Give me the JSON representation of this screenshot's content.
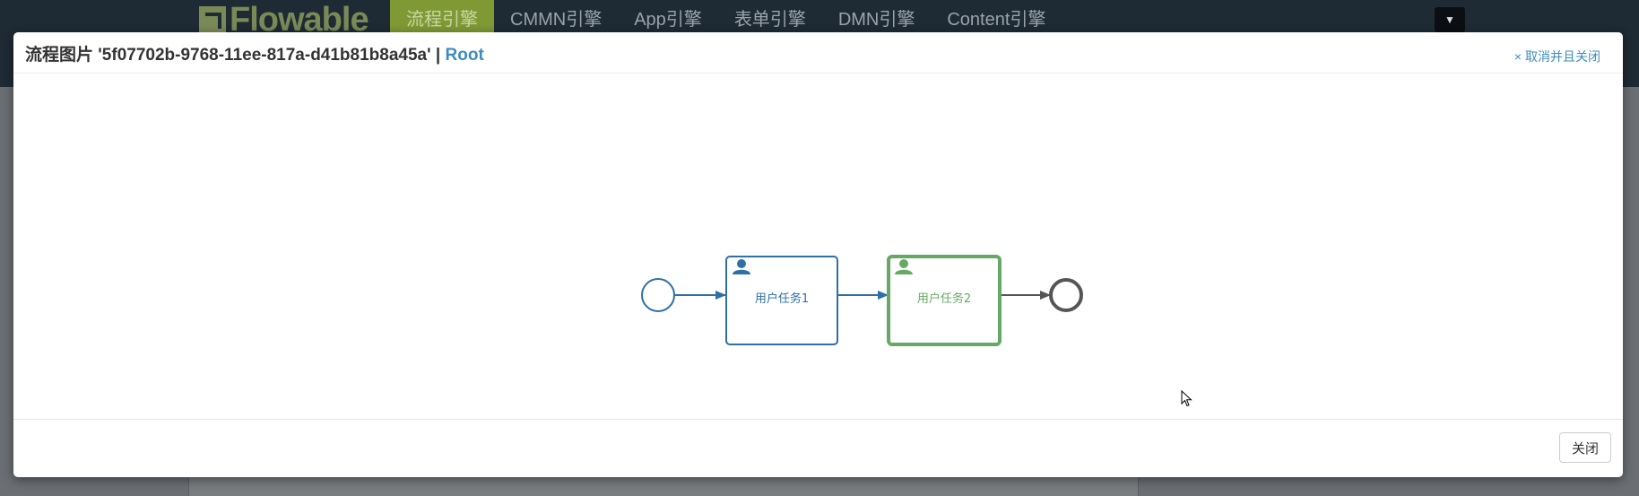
{
  "app": {
    "logo_text": "Flowable",
    "nav": [
      {
        "label": "流程引擎",
        "active": true
      },
      {
        "label": "CMMN引擎",
        "active": false
      },
      {
        "label": "App引擎",
        "active": false
      },
      {
        "label": "表单引擎",
        "active": false
      },
      {
        "label": "DMN引擎",
        "active": false
      },
      {
        "label": "Content引擎",
        "active": false
      }
    ],
    "dropdown_icon": "caret-down-icon",
    "background_text": "……"
  },
  "modal": {
    "title_prefix": "流程图片 '5f07702b-9768-11ee-817a-d41b81b8a45a'",
    "title_separator": "|",
    "title_root": "Root",
    "cancel_close_label": "取消并且关闭",
    "cancel_close_icon": "times-icon",
    "close_button_label": "关闭"
  },
  "diagram": {
    "nodes": [
      {
        "type": "start-event",
        "icon": "circle"
      },
      {
        "type": "user-task",
        "label": "用户任务1",
        "icon": "user-icon",
        "color": "#2e6fa6",
        "state": "completed"
      },
      {
        "type": "user-task",
        "label": "用户任务2",
        "icon": "user-icon",
        "color": "#66a964",
        "state": "active"
      },
      {
        "type": "end-event",
        "icon": "circle"
      }
    ],
    "colors": {
      "completed": "#2e6fa6",
      "active": "#66a964",
      "pending": "#555555"
    }
  }
}
